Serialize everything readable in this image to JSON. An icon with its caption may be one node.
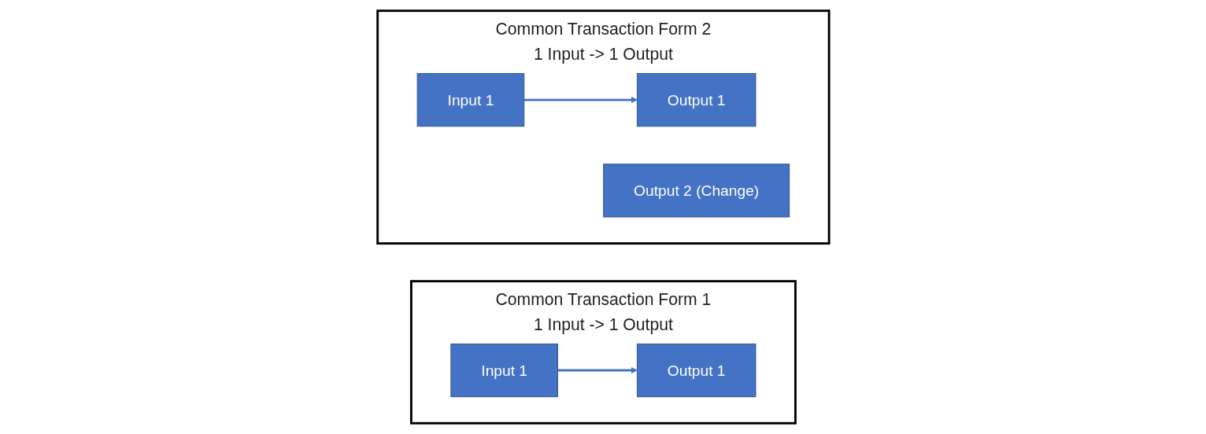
{
  "diagram": {
    "nodes": [
      {
        "text": [
          "Common Transaction Form 1",
          "1 Input -> 1 Output"
        ]
      },
      {
        "text": [
          "Input 1"
        ],
        "in": 0
      },
      {
        "text": [
          "Output 1"
        ],
        "in": 0
      },
      {
        "text": [
          "Common Transaction Form 2",
          "1 Input -> 1 Output"
        ]
      },
      {
        "text": [
          "Input 1"
        ],
        "in": 3
      },
      {
        "text": [
          "Output 1"
        ],
        "in": 3
      },
      {
        "text": [
          "Output 2 (Change)"
        ],
        "in": 3
      }
    ],
    "edges": [
      {
        "from": 1,
        "to": 2,
        "arrow": "to"
      },
      {
        "from": 4,
        "to": 5,
        "arrow": "to"
      }
    ]
  }
}
